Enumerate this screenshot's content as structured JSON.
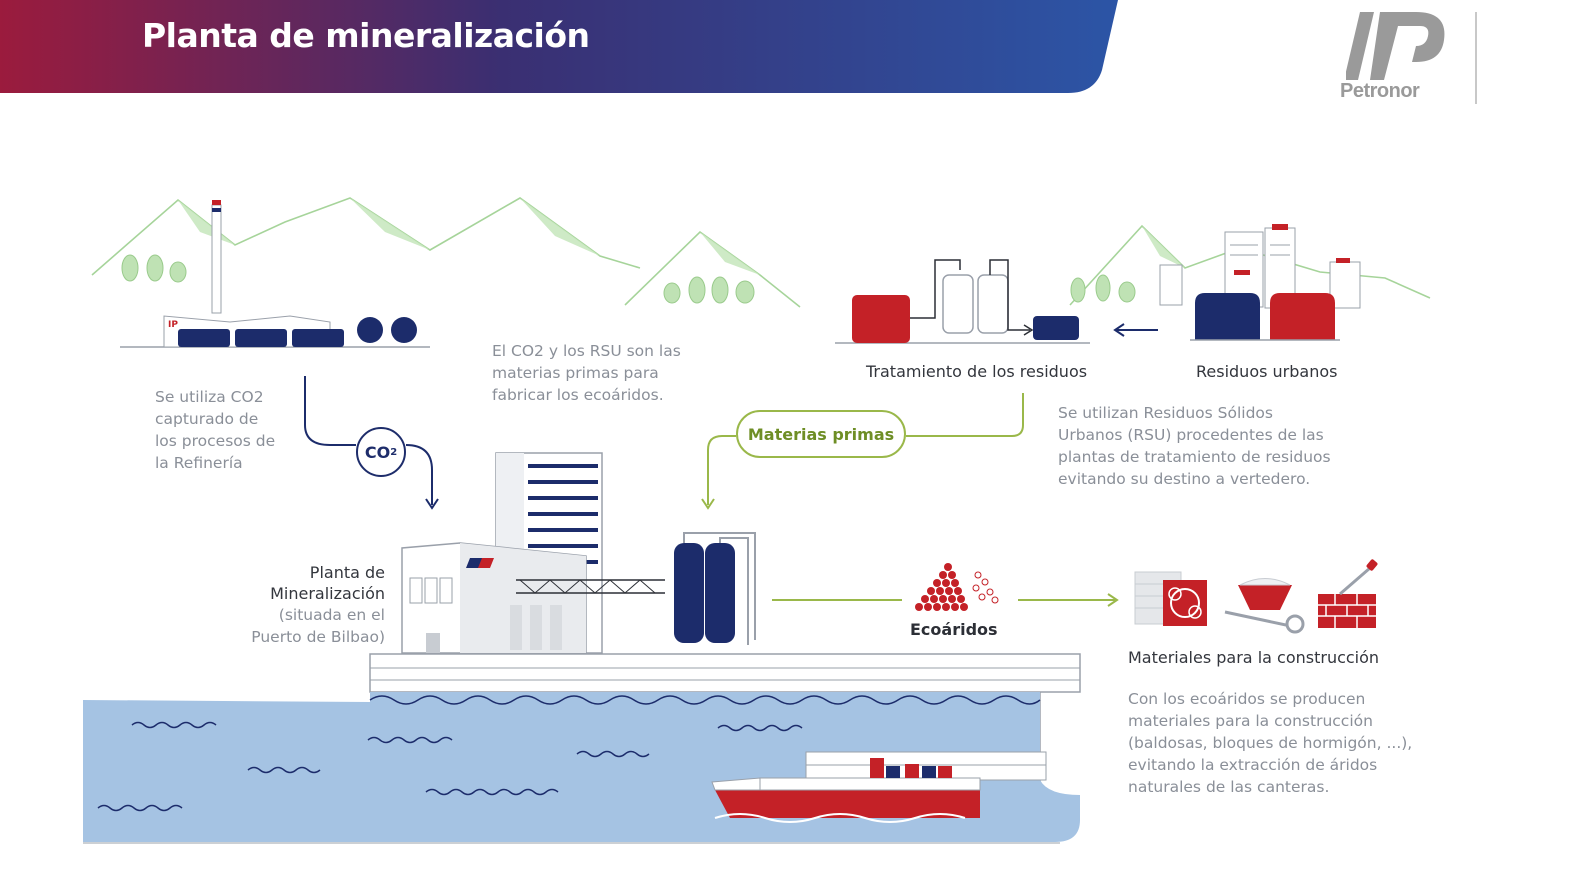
{
  "header": {
    "title": "Planta de mineralización"
  },
  "logo": {
    "name": "Petronor"
  },
  "labels": {
    "refinery_text": [
      "Se utiliza CO2",
      "capturado de",
      "los procesos de",
      "la Refinería"
    ],
    "co2_label": "CO",
    "co2_sub": "2",
    "raw_materials_text": [
      "El CO2 y los RSU son las",
      "materias primas para",
      "fabricar los ecoáridos."
    ],
    "waste_treatment": "Tratamiento de los residuos",
    "urban_waste": "Residuos urbanos",
    "raw_materials_pill": "Materias primas",
    "rsu_text": [
      "Se utilizan Residuos Sólidos",
      "Urbanos (RSU) procedentes de las",
      "plantas de tratamiento de residuos",
      "evitando su destino a vertedero."
    ],
    "plant_title": [
      "Planta de",
      "Mineralización"
    ],
    "plant_location": [
      "(situada en el",
      "Puerto de Bilbao)"
    ],
    "ecoaridos": "Ecoáridos",
    "construction_materials": "Materiales para la construcción",
    "construction_text": [
      "Con los ecoáridos se producen",
      "materiales para la construcción",
      "(baldosas, bloques de hormigón, ...),",
      "evitando la extracción de áridos",
      "naturales de las canteras."
    ]
  },
  "colors": {
    "header_start": "#9b1b3d",
    "header_end": "#2c55a6",
    "navy": "#1c2c6b",
    "red": "#c42127",
    "green": "#9ab84a",
    "water": "#a5c3e3"
  }
}
